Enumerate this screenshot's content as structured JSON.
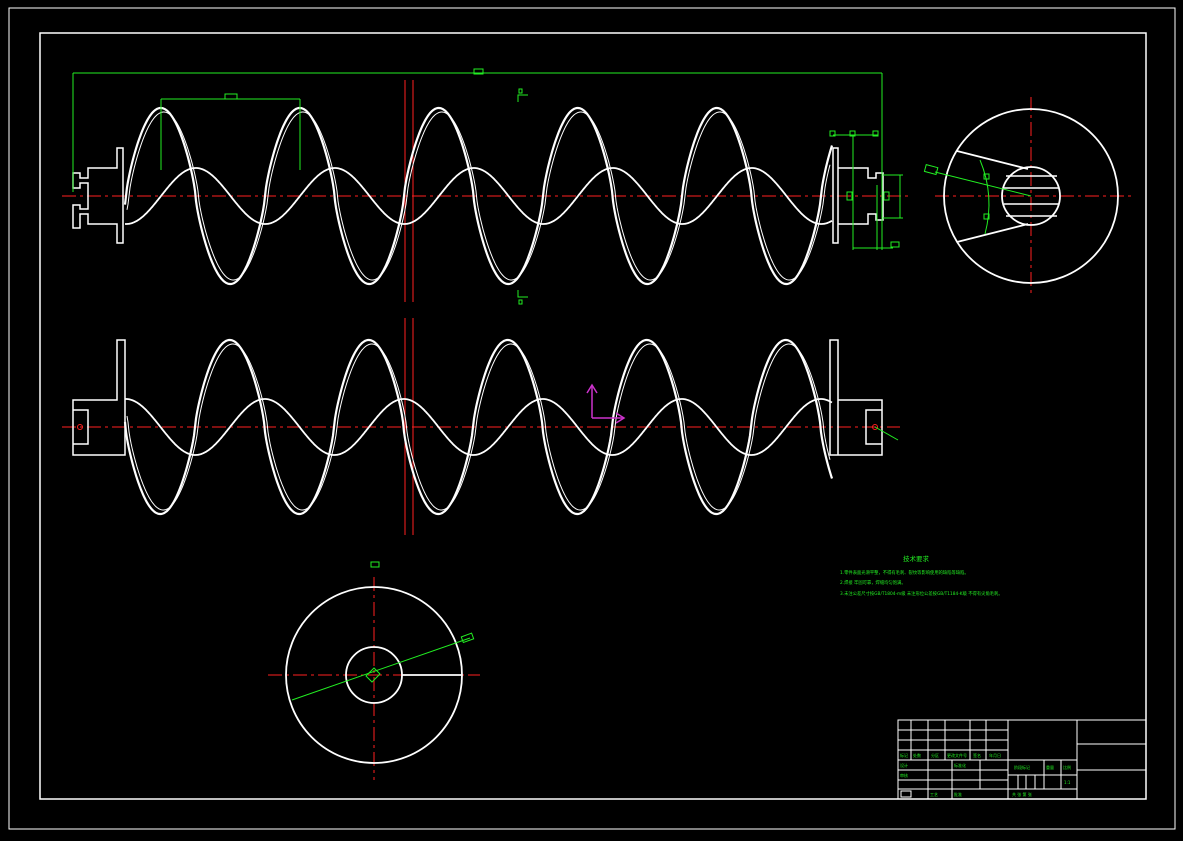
{
  "drawing": {
    "background": "#000000",
    "colors": {
      "outline": "#ffffff",
      "centerline": "#ff2020",
      "dimension": "#22ee22",
      "notes": "#22ee22",
      "ucs_icon": "#cc33cc"
    }
  },
  "views": {
    "front": {
      "name": "front-view"
    },
    "top": {
      "name": "top-view"
    },
    "side": {
      "name": "side-view"
    },
    "bottom": {
      "name": "bottom-view"
    }
  },
  "notes": {
    "title": "技术要求",
    "lines": [
      "1.零件表面光滑平整，不得有毛刺、裂纹等影响使用的缺陷等缺陷。",
      "2.焊接  牢固可靠，焊缝均匀饱满。",
      "3.未注公差尺寸按GB/T1804-m级  未注形位公差按GB/T1184-K级  不得有尖角毛刺。"
    ]
  },
  "title_block": {
    "row_labels": [
      "标记",
      "处数",
      "分区",
      "更改文件号",
      "签名",
      "年月日"
    ],
    "cells": {
      "designer": "设计",
      "standardization": "标准化",
      "stage_mark": "阶段标记",
      "weight": "重量",
      "scale": "比例",
      "scale_value": "1:1",
      "approval": "审核",
      "process": "工艺",
      "approve": "批准",
      "sheets": "共  张  第  张"
    }
  }
}
